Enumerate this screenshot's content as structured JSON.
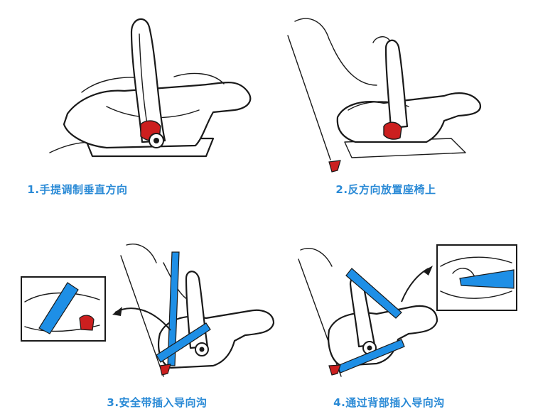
{
  "steps": [
    {
      "label": "1.手提调制垂直方向"
    },
    {
      "label": "2.反方向放置座椅上"
    },
    {
      "label": "3.安全带插入导向沟"
    },
    {
      "label": "4.通过背部插入导向沟"
    }
  ],
  "colors": {
    "caption": "#2a8ad6",
    "belt": "#1e8fe6",
    "lock": "#cc1f1f",
    "outline": "#1a1a1a"
  }
}
